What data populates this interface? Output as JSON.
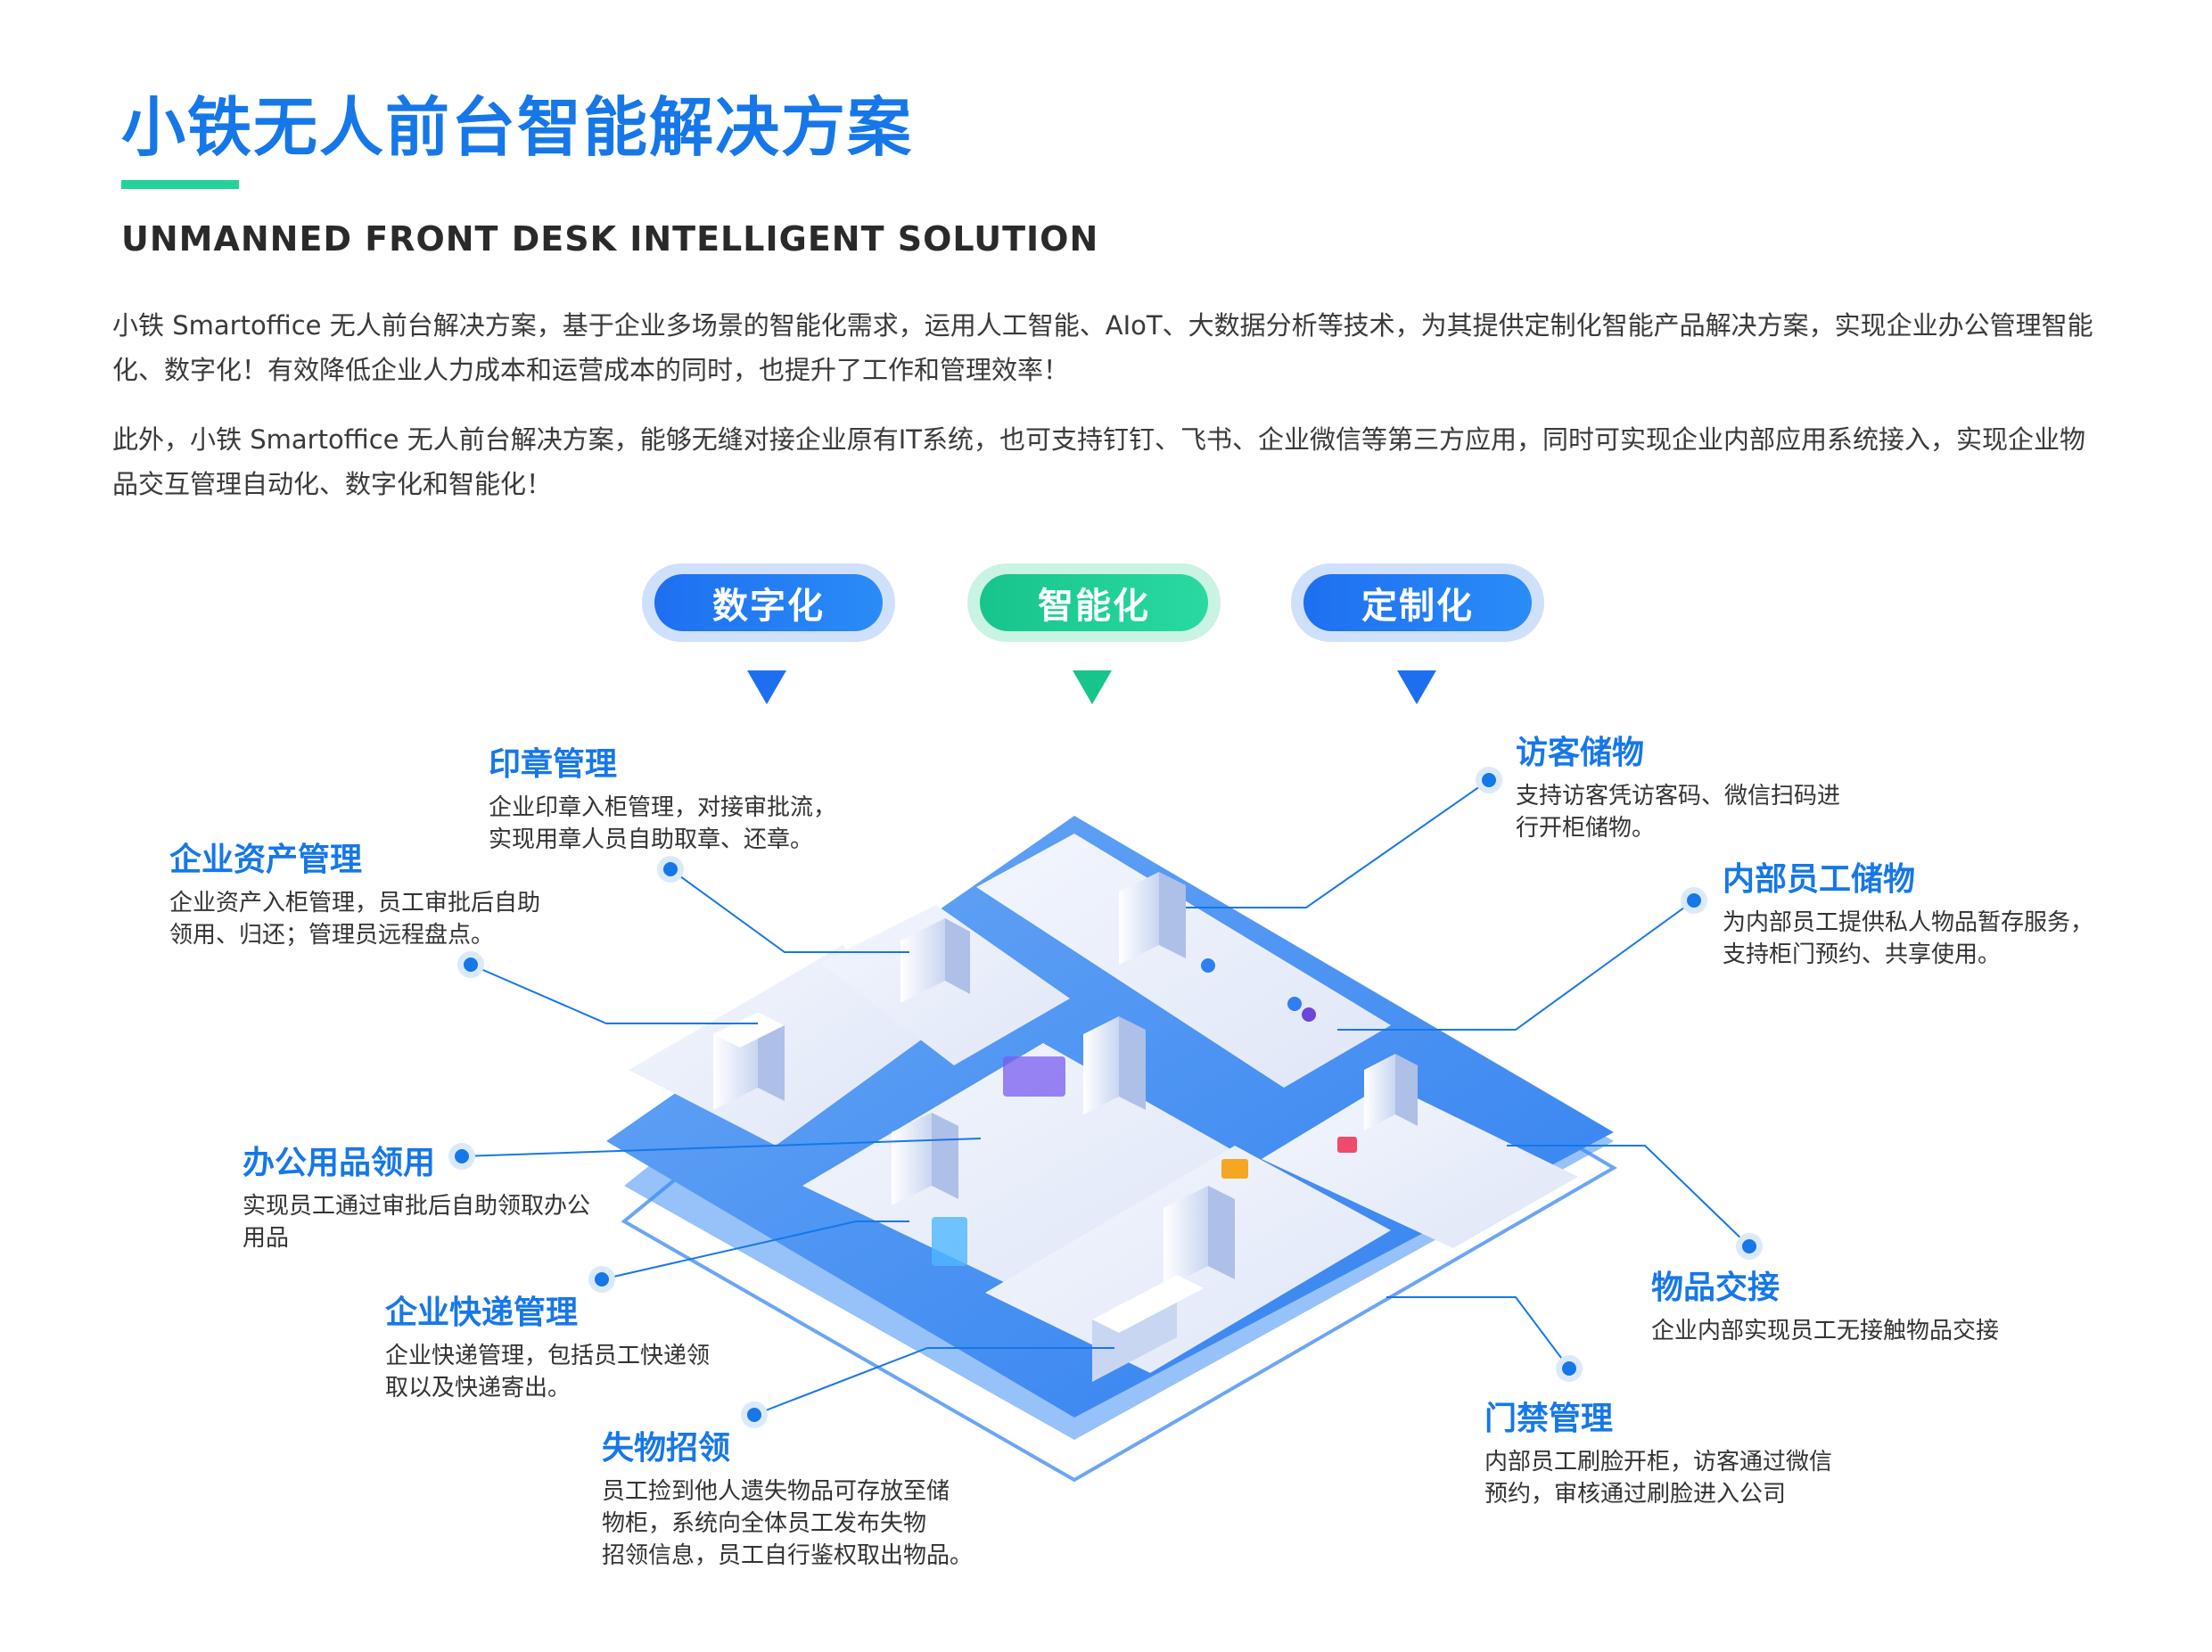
{
  "header": {
    "title": "小铁无人前台智能解决方案",
    "subtitle": "UNMANNED FRONT DESK INTELLIGENT SOLUTION"
  },
  "intro": {
    "paragraph1": "小铁 Smartoffice 无人前台解决方案，基于企业多场景的智能化需求，运用人工智能、AIoT、大数据分析等技术，为其提供定制化智能产品解决方案，实现企业办公管理智能化、数字化！有效降低企业人力成本和运营成本的同时，也提升了工作和管理效率！",
    "paragraph2": "此外，小铁 Smartoffice 无人前台解决方案，能够无缝对接企业原有IT系统，也可支持钉钉、飞书、企业微信等第三方应用，同时可实现企业内部应用系统接入，实现企业物品交互管理自动化、数字化和智能化！"
  },
  "pills": [
    {
      "label": "数字化",
      "color": "#1e6ff0"
    },
    {
      "label": "智能化",
      "color": "#17c48c"
    },
    {
      "label": "定制化",
      "color": "#1e6ff0"
    }
  ],
  "features": {
    "seal": {
      "title": "印章管理",
      "desc": [
        "企业印章入柜管理，对接审批流，",
        "实现用章人员自助取章、还章。"
      ]
    },
    "asset": {
      "title": "企业资产管理",
      "desc": [
        "企业资产入柜管理，员工审批后自助",
        "领用、归还；管理员远程盘点。"
      ]
    },
    "office": {
      "title": "办公用品领用",
      "desc": [
        "实现员工通过审批后自助领取办公",
        "用品"
      ]
    },
    "express": {
      "title": "企业快递管理",
      "desc": [
        "企业快递管理，包括员工快递领",
        "取以及快递寄出。"
      ]
    },
    "lost": {
      "title": "失物招领",
      "desc": [
        "员工捡到他人遗失物品可存放至储",
        "物柜，系统向全体员工发布失物",
        "招领信息，员工自行鉴权取出物品。"
      ]
    },
    "visitor": {
      "title": "访客储物",
      "desc": [
        "支持访客凭访客码、微信扫码进",
        "行开柜储物。"
      ]
    },
    "staff": {
      "title": "内部员工储物",
      "desc": [
        "为内部员工提供私人物品暂存服务，",
        "支持柜门预约、共享使用。"
      ]
    },
    "handover": {
      "title": "物品交接",
      "desc": [
        "企业内部实现员工无接触物品交接"
      ]
    },
    "access": {
      "title": "门禁管理",
      "desc": [
        "内部员工刷脸开柜，访客通过微信",
        "预约，审核通过刷脸进入公司"
      ]
    }
  },
  "colors": {
    "brand_blue": "#1677e8",
    "accent_green": "#25d19a",
    "platform_blue": "#4f97f2"
  }
}
